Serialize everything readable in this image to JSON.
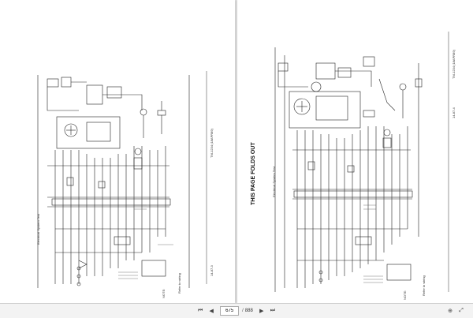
{
  "document": {
    "left_page": {
      "header_text": "Electrical System Test",
      "side_code": "TM-1234 (18APR89)",
      "footer_code": "14-87-3",
      "notes_label": "NOTE:",
      "ref_label": "Refer to wiring"
    },
    "right_page": {
      "header_text": "Electrical System Test",
      "side_code": "TM-1234 (18APR89)",
      "folds_out": "THIS PAGE FOLDS OUT",
      "footer_code": "14-87-4",
      "notes_label": "NOTE:",
      "ref_label": "Refer to wiring"
    }
  },
  "toolbar": {
    "first_icon": "first-page-icon",
    "prev_icon": "previous-page-icon",
    "current_page": "675",
    "separator": "/",
    "total_pages": "888",
    "next_icon": "next-page-icon",
    "last_icon": "last-page-icon",
    "zoom_in_icon": "zoom-in-icon",
    "fit_icon": "fit-page-icon"
  }
}
